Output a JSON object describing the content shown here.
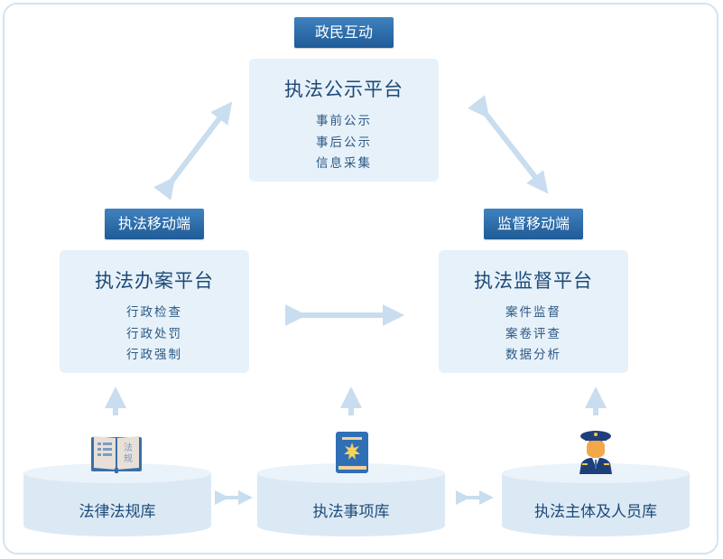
{
  "top": {
    "badge": "政民互动",
    "platform": {
      "title": "执法公示平台",
      "items": [
        "事前公示",
        "事后公示",
        "信息采集"
      ]
    }
  },
  "left": {
    "badge": "执法移动端",
    "platform": {
      "title": "执法办案平台",
      "items": [
        "行政检查",
        "行政处罚",
        "行政强制"
      ]
    }
  },
  "right": {
    "badge": "监督移动端",
    "platform": {
      "title": "执法监督平台",
      "items": [
        "案件监督",
        "案卷评查",
        "数据分析"
      ]
    }
  },
  "databases": [
    {
      "label": "法律法规库",
      "icon": "law-book-icon",
      "icon_text": [
        "法",
        "规"
      ]
    },
    {
      "label": "执法事项库",
      "icon": "item-book-icon"
    },
    {
      "label": "执法主体及人员库",
      "icon": "officer-icon"
    }
  ],
  "colors": {
    "badge_top": "#3f82bf",
    "badge_bottom": "#1f5b97",
    "panel_bg": "#e7f1f9",
    "arrow": "#c8ddef",
    "title_text": "#1d4a77"
  }
}
